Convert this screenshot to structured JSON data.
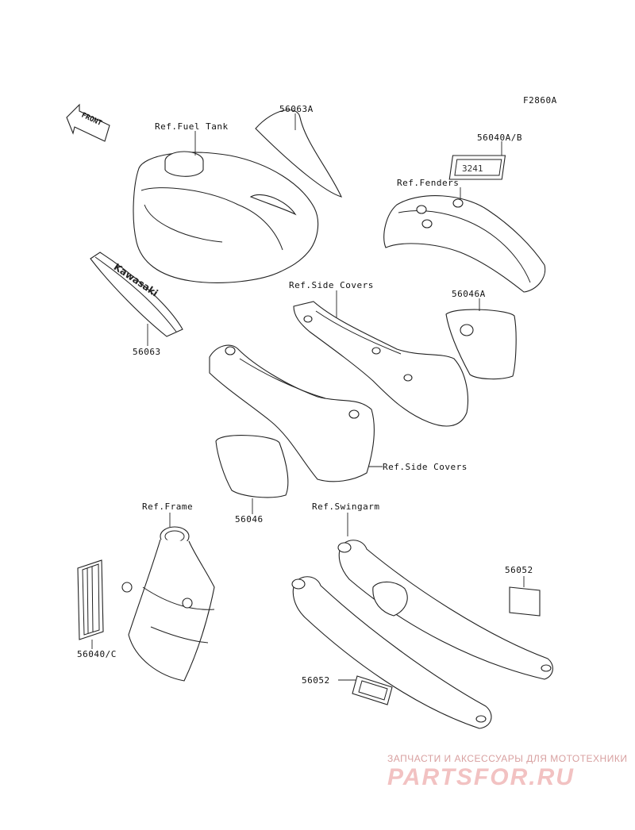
{
  "diagram": {
    "code": "F2860A",
    "front_label": "FRONT",
    "labels": {
      "p56063A": "56063A",
      "ref_fuel_tank": "Ref.Fuel Tank",
      "p56040AB": "56040A/B",
      "ref_fenders": "Ref.Fenders",
      "ref_side_covers_top": "Ref.Side Covers",
      "p56046A": "56046A",
      "p56063": "56063",
      "ref_side_covers_bottom": "Ref.Side Covers",
      "p56046": "56046",
      "ref_frame": "Ref.Frame",
      "ref_swingarm": "Ref.Swingarm",
      "p56052_right": "56052",
      "p56040C": "56040/C",
      "p56052_bottom": "56052"
    },
    "decal_texts": {
      "kawasaki": "Kawasaki",
      "number_plate": "3241"
    }
  },
  "watermark": {
    "top_line": "ЗАПЧАСТИ И АКСЕССУАРЫ ДЛЯ МОТОТЕХНИКИ",
    "logo": "PARTSFOR.RU"
  }
}
